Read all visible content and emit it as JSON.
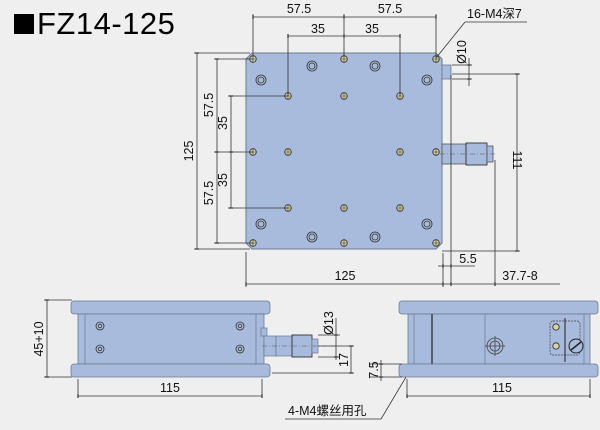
{
  "title": "FZ14-125",
  "colors": {
    "plate_fill": "#a8bbdc",
    "plate_stroke": "#6b7a90",
    "line": "#333333",
    "background": "#efefef"
  },
  "top_view": {
    "dim_top_outer_left": "57.5",
    "dim_top_outer_right": "57.5",
    "dim_top_inner_left": "35",
    "dim_top_inner_right": "35",
    "dim_left_total": "125",
    "dim_left_outer_top": "57.5",
    "dim_left_outer_bottom": "57.5",
    "dim_left_inner_top": "35",
    "dim_left_inner_bottom": "35",
    "dim_bottom_width": "125",
    "dim_offset": "5.5",
    "dim_travel": "37.7-8",
    "dim_height_111": "111",
    "dim_knob_dia": "Ø10",
    "callout_holes": "16-M4深7"
  },
  "front_view": {
    "dim_height": "45+10",
    "dim_width": "115",
    "dim_knob_dia": "Ø13",
    "dim_knob_height": "17"
  },
  "side_view": {
    "dim_base": "7.5",
    "dim_width": "115",
    "callout_mount": "4-M4螺丝用孔"
  }
}
